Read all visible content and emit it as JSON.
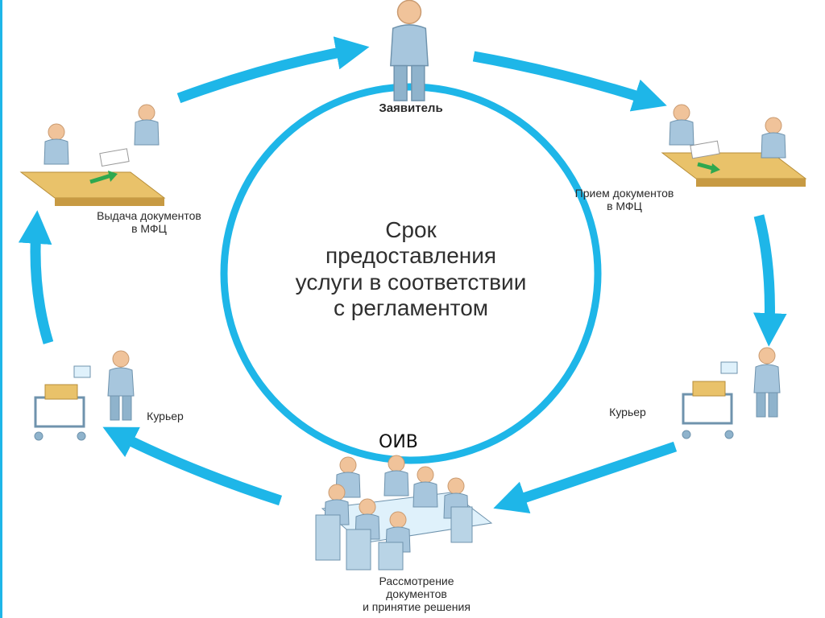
{
  "center_text": {
    "line1": "Срок",
    "line2": "предоставления",
    "line3": "услуги в соответствии",
    "line4": "с регламентом"
  },
  "nodes": {
    "applicant": "Заявитель",
    "receive_line1": "Прием документов",
    "receive_line2": "в МФЦ",
    "courier_right": "Курьер",
    "oiv": "ОИВ",
    "review_line1": "Рассмотрение",
    "review_line2": "документов",
    "review_line3": "и принятие решения",
    "courier_left": "Курьер",
    "issue_line1": "Выдача документов",
    "issue_line2": "в МФЦ"
  },
  "colors": {
    "arrow": "#1eb6e8",
    "circle": "#1eb6e8",
    "figure": "#a7c6dd",
    "skin": "#f0c39a",
    "desk": "#e9c26a",
    "doc_arrow": "#2fa84f"
  },
  "icons": [
    "person-icon",
    "desk-meeting-icon",
    "courier-cart-icon",
    "conference-table-icon",
    "cycle-arrow-icon"
  ]
}
